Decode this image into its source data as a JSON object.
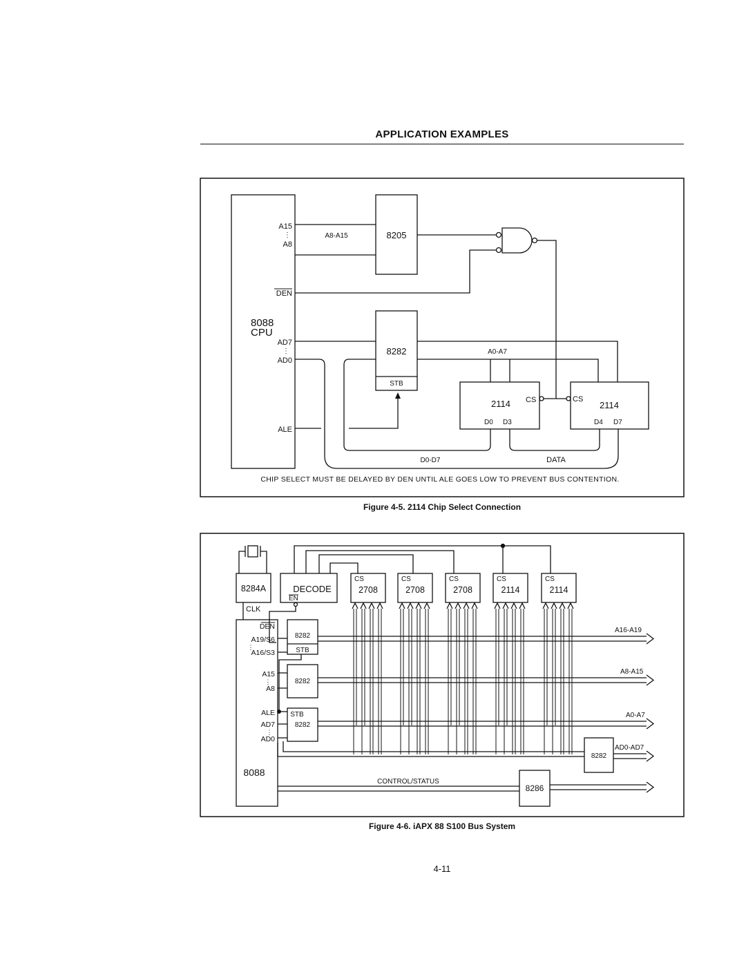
{
  "header": {
    "title": "APPLICATION EXAMPLES"
  },
  "figure5": {
    "caption": "Figure 4-5.  2114 Chip Select Connection",
    "note": "CHIP SELECT MUST BE DELAYED BY DEN UNTIL ALE GOES LOW TO PREVENT BUS CONTENTION.",
    "cpu": {
      "line1": "8088",
      "line2": "CPU"
    },
    "pins": {
      "a15": "A15",
      "dots": "⋮",
      "a8": "A8",
      "den": "DEN",
      "ad7": "AD7",
      "ad0": "AD0",
      "ale": "ALE"
    },
    "chips": {
      "c8205": "8205",
      "c8282": "8282",
      "stb": "STB",
      "c2114a": "2114",
      "c2114b": "2114",
      "cs": "CS"
    },
    "signals": {
      "a8a15": "A8-A15",
      "a0a7": "A0-A7",
      "d0d7": "D0-D7",
      "data": "DATA",
      "d0": "D0",
      "d3": "D3",
      "d4": "D4",
      "d7": "D7"
    }
  },
  "figure6": {
    "caption": "Figure 4-6.  iAPX 88 S100 Bus System",
    "chips": {
      "c8284a": "8284A",
      "decode": "DECODE",
      "en": "EN",
      "clk": "CLK",
      "c8088": "8088",
      "c8282": "8282",
      "stb": "STB",
      "c8286": "8286",
      "cs": "CS",
      "mem": [
        "2708",
        "2708",
        "2708",
        "2114",
        "2114"
      ]
    },
    "pins": {
      "den": "DEN",
      "a19s6": "A19/S6",
      "a16s3": "A16/S3",
      "a15": "A15",
      "a8": "A8",
      "ale": "ALE",
      "ad7": "AD7",
      "ad0": "AD0",
      "dots": "⋮"
    },
    "buses": {
      "a16a19": "A16-A19",
      "a8a15": "A8-A15",
      "a0a7": "A0-A7",
      "ad0ad7": "AD0-AD7",
      "control": "CONTROL/STATUS"
    }
  },
  "page_number": "4-11"
}
